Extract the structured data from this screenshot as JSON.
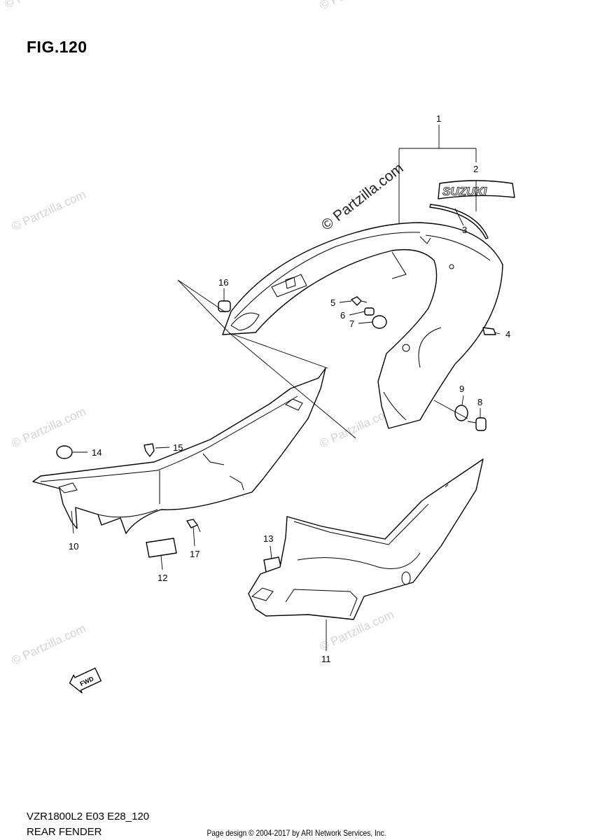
{
  "figure_label": "FIG.120",
  "model_code": "VZR1800L2 E03 E28_120",
  "figure_name": "REAR FENDER",
  "footer": "Page design © 2004-2017 by ARI Network Services, Inc.",
  "watermark_text": "© Partzilla.com",
  "brand_emblem_text": "SUZUKI",
  "fwd_label": "FWD",
  "callouts": [
    "1",
    "2",
    "3",
    "4",
    "5",
    "6",
    "7",
    "8",
    "9",
    "10",
    "11",
    "12",
    "13",
    "14",
    "15",
    "16",
    "17"
  ]
}
